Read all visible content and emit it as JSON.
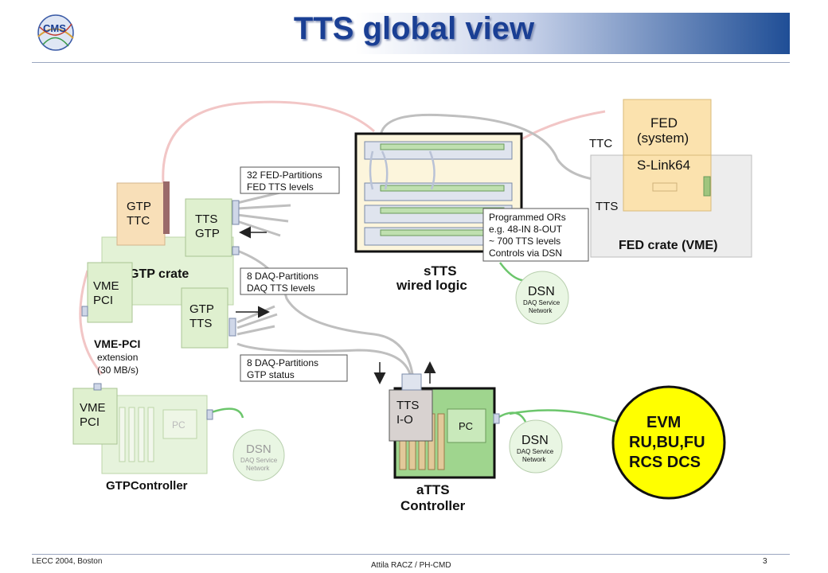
{
  "header": {
    "logo_text": "CMS",
    "title": "TTS global view"
  },
  "footer": {
    "left": "LECC 2004, Boston",
    "center": "Attila RACZ / PH-CMD",
    "page": "3"
  },
  "diagram": {
    "gtp_ttc": [
      "GTP",
      "TTC"
    ],
    "tts_gtp": [
      "TTS",
      "GTP"
    ],
    "gtp_crate": "GTP crate",
    "vme_pci_top": [
      "VME",
      "PCI"
    ],
    "gtp_tts": [
      "GTP",
      "TTS"
    ],
    "vme_pci_ext": [
      "VME-PCI",
      "extension",
      "(30 MB/s)"
    ],
    "vme_pci_bottom": [
      "VME",
      "PCI"
    ],
    "pc_left": "PC",
    "gtp_controller": "GTPController",
    "dsn_left": [
      "DSN",
      "DAQ Service",
      "Network"
    ],
    "box_fed_partitions": [
      "32 FED-Partitions",
      "FED TTS levels"
    ],
    "box_daq_partitions": [
      "8 DAQ-Partitions",
      "DAQ TTS levels"
    ],
    "box_gtp_status": [
      "8 DAQ-Partitions",
      "GTP status"
    ],
    "stts_label": [
      "sTTS",
      "wired logic"
    ],
    "box_programmed": [
      "Programmed ORs",
      "e.g. 48-IN 8-OUT",
      "~ 700 TTS levels",
      "Controls via DSN"
    ],
    "dsn_mid": [
      "DSN",
      "DAQ Service",
      "Network"
    ],
    "ttc_label": "TTC",
    "tts_label": "TTS",
    "fed_system": [
      "FED",
      "(system)"
    ],
    "slink": "S-Link64",
    "fed_crate": "FED crate (VME)",
    "tts_io": [
      "TTS",
      "I-O"
    ],
    "pc_right": "PC",
    "dsn_right": [
      "DSN",
      "DAQ Service",
      "Network"
    ],
    "atts_label": [
      "aTTS",
      "Controller"
    ],
    "evm_circle": [
      "EVM",
      "RU,BU,FU",
      "RCS DCS"
    ]
  }
}
